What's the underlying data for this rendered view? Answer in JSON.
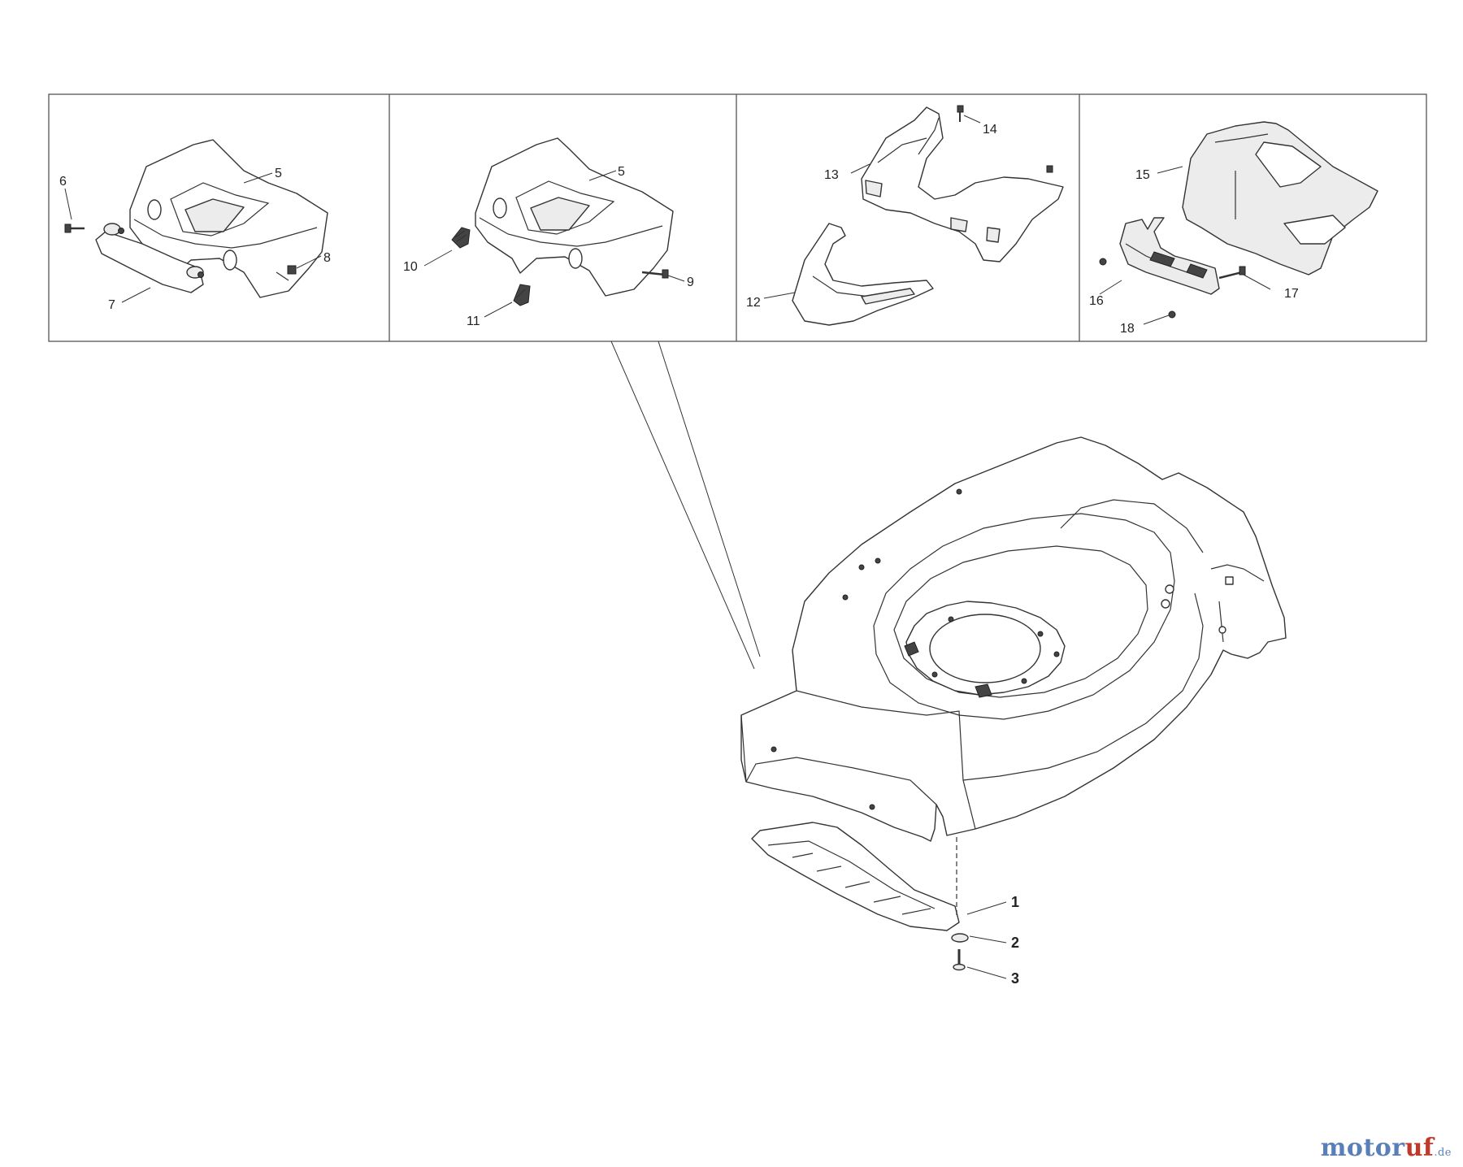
{
  "callouts": {
    "c1": "1",
    "c2": "2",
    "c3": "3",
    "c5a": "5",
    "c5b": "5",
    "c6": "6",
    "c7": "7",
    "c8": "8",
    "c9": "9",
    "c10": "10",
    "c11": "11",
    "c12": "12",
    "c13": "13",
    "c14": "14",
    "c15": "15",
    "c16": "16",
    "c17": "17",
    "c18": "18"
  },
  "watermark": {
    "prefix": "motor",
    "suffix": "uf",
    "domain": ".de"
  }
}
